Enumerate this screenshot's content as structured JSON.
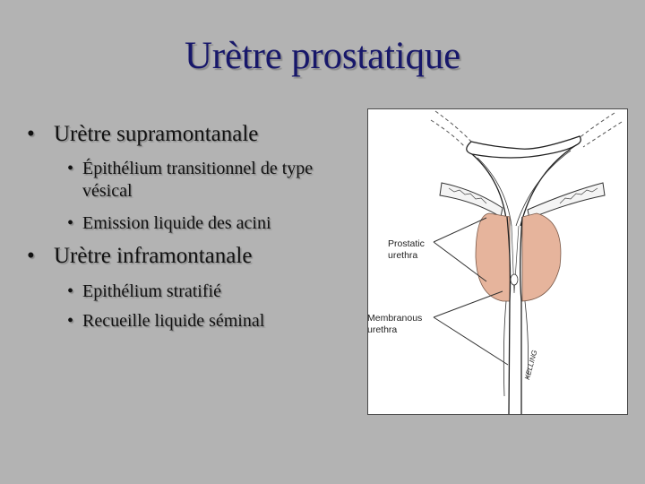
{
  "slide": {
    "title": "Urètre prostatique",
    "background_color": "#b3b3b3",
    "title_color": "#17176a"
  },
  "bullets": [
    {
      "label": "Urètre supramontanale",
      "children": [
        {
          "line1": "Épithélium transitionnel de type",
          "line2": "vésical"
        },
        {
          "line1": "Emission liquide des acini"
        }
      ]
    },
    {
      "label": "Urètre inframontanale",
      "children": [
        {
          "line1": "Epithélium stratifié"
        },
        {
          "line1": "Recueille liquide séminal"
        }
      ]
    }
  ],
  "bullet_glyph": "•",
  "figure": {
    "labels": {
      "prostatic_line1": "Prostatic",
      "prostatic_line2": "urethra",
      "membranous_line1": "Membranous",
      "membranous_line2": "urethra",
      "signature": "KELLING"
    },
    "prostate_color": "#e6b49c"
  }
}
